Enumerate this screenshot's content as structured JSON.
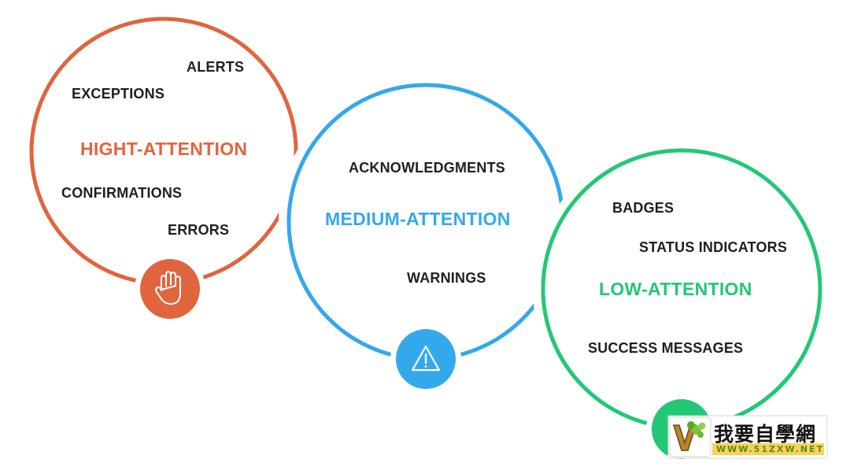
{
  "colors": {
    "high": "#e0653f",
    "medium": "#34a8ec",
    "low": "#22c875",
    "text": "#1f1f1f"
  },
  "high": {
    "title": "HIGHT-ATTENTION",
    "items": [
      "ALERTS",
      "EXCEPTIONS",
      "CONFIRMATIONS",
      "ERRORS"
    ],
    "icon": "hand-icon"
  },
  "medium": {
    "title": "MEDIUM-ATTENTION",
    "items": [
      "ACKNOWLEDGMENTS",
      "WARNINGS"
    ],
    "icon": "warning-triangle-icon"
  },
  "low": {
    "title": "LOW-ATTENTION",
    "items": [
      "BADGES",
      "STATUS INDICATORS",
      "SUCCESS MESSAGES"
    ],
    "icon": "check-icon"
  },
  "watermark": {
    "title": "我要自學網",
    "url": "WWW.51ZXW.NET"
  }
}
